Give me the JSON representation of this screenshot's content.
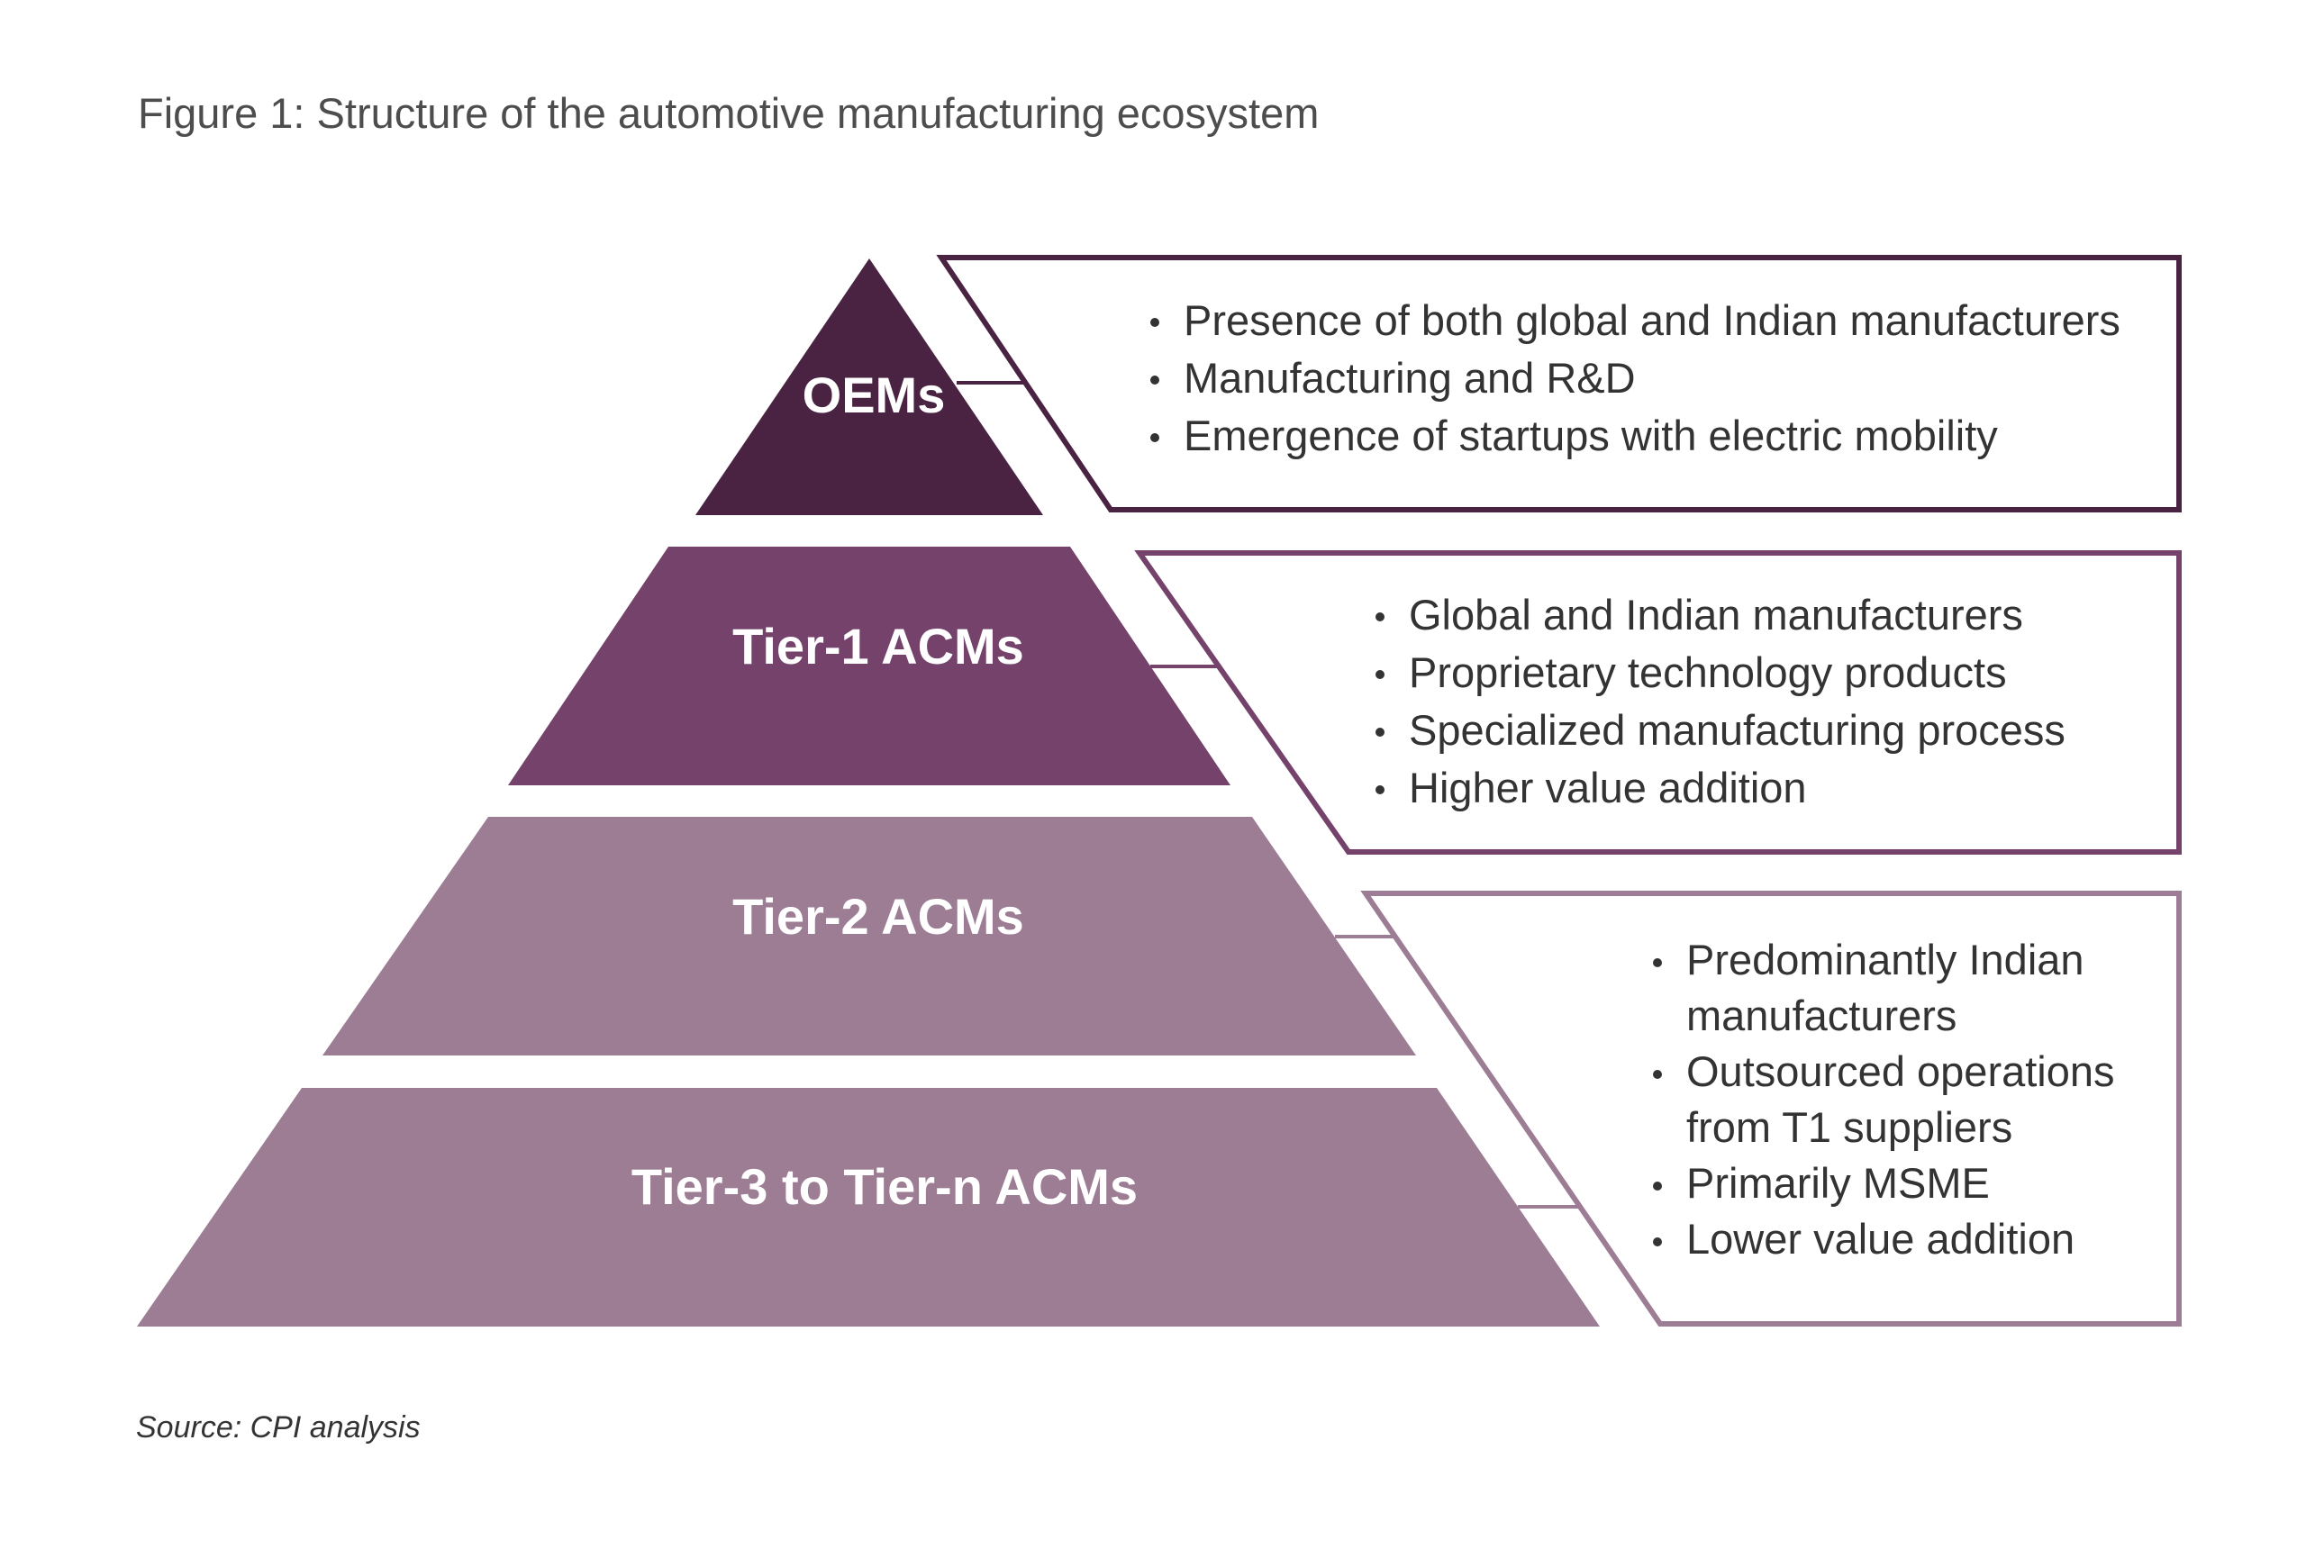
{
  "figure": {
    "title": "Figure 1: Structure of the automotive manufacturing ecosystem",
    "source": "Source: CPI analysis"
  },
  "colors": {
    "oem": "#4a2342",
    "tier1": "#74426a",
    "tier2": "#9d7d94",
    "tier3": "#9d7d94"
  },
  "tiers": [
    {
      "label": "OEMs",
      "bullets": [
        "Presence of both global and Indian manufacturers",
        "Manufacturing and R&D",
        "Emergence of startups with electric mobility"
      ]
    },
    {
      "label": "Tier-1 ACMs",
      "bullets": [
        "Global and Indian manufacturers",
        "Proprietary technology products",
        "Specialized manufacturing process",
        "Higher value addition"
      ]
    },
    {
      "label": "Tier-2 ACMs",
      "bullets": [
        "Predominantly Indian manufacturers",
        "Outsourced operations from T1 suppliers",
        "Primarily MSME",
        "Lower value addition"
      ]
    },
    {
      "label": "Tier-3 to Tier-n ACMs"
    }
  ]
}
